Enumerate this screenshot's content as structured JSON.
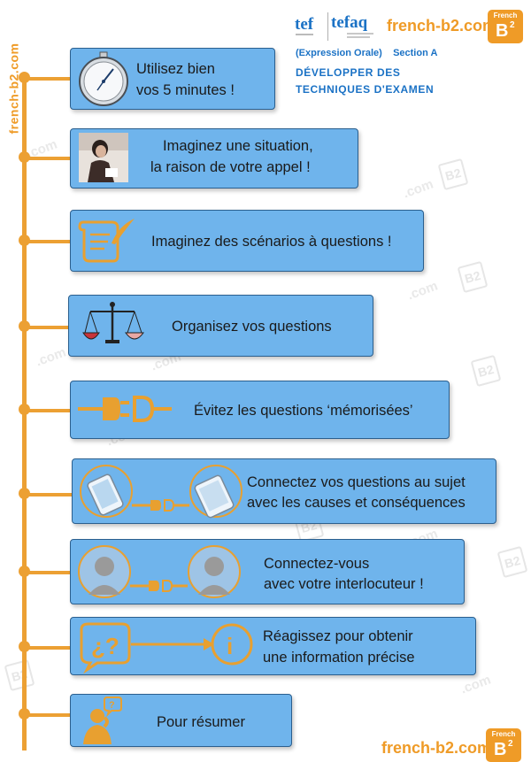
{
  "header": {
    "logo_tef": "tef",
    "logo_tefaq": "tefaq",
    "brand": "french-b2.com",
    "b2_logo_small": "French",
    "b2_logo_main": "B",
    "b2_logo_sup": "2",
    "subtitle_left": "(Expression Orale)",
    "subtitle_right": "Section A",
    "title_line1": "DÉVELOPPER DES",
    "title_line2": "TECHNIQUES D'EXAMEN"
  },
  "side_brand": "french-b2.com",
  "footer": {
    "brand": "french-b2.com"
  },
  "watermark": {
    "text": ".com",
    "logo": "B2"
  },
  "timeline": [
    {
      "line1": "Utilisez bien",
      "line2": "vos 5 minutes !",
      "icon": "stopwatch-icon"
    },
    {
      "line1": "Imaginez une situation,",
      "line2": "la raison de votre appel !",
      "icon": "woman-photo"
    },
    {
      "line1": "Imaginez des scénarios à questions !",
      "line2": "",
      "icon": "scroll-quill-icon"
    },
    {
      "line1": "Organisez vos questions",
      "line2": "",
      "icon": "scales-icon"
    },
    {
      "line1": "Évitez les questions   ‘mémorisées’",
      "line2": "",
      "icon": "plug-icon"
    },
    {
      "line1": "Connectez vos questions au sujet",
      "line2": "avec les causes et conséquences",
      "icon": "phones-plug-icon"
    },
    {
      "line1": "Connectez-vous",
      "line2": "avec votre interlocuteur !",
      "icon": "people-plug-icon"
    },
    {
      "line1": "Réagissez pour obtenir",
      "line2": "une information précise",
      "icon": "question-info-icon"
    },
    {
      "line1": "Pour résumer",
      "line2": "",
      "icon": "thinking-person-icon"
    }
  ],
  "colors": {
    "orange": "#eca033",
    "card_blue": "#6fb4ec",
    "title_blue": "#1b72c5"
  }
}
